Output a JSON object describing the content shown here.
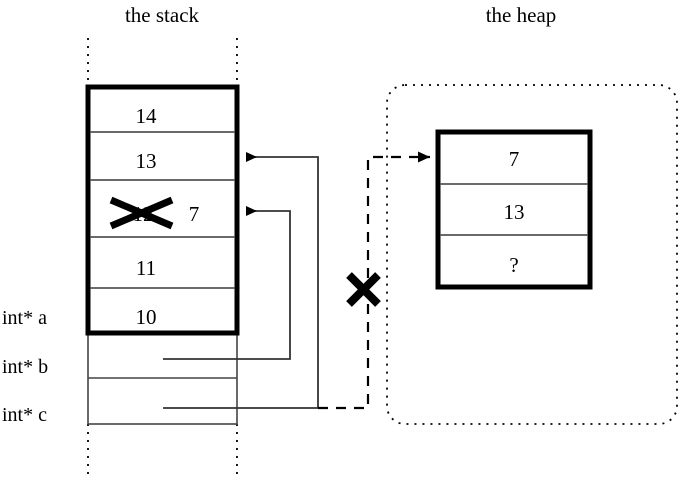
{
  "figure": {
    "kind": "memory-diagram",
    "stack_title": "the stack",
    "heap_title": "the heap"
  },
  "stack": {
    "title": "the stack",
    "cells": [
      {
        "value": "14",
        "struck": false
      },
      {
        "value": "13",
        "struck": false
      },
      {
        "value": "12",
        "struck": true,
        "replacement": "7"
      },
      {
        "value": "11",
        "struck": false
      },
      {
        "value": "10",
        "struck": false
      }
    ],
    "pointer_rows": [
      {
        "label": "int* a",
        "target": "stack-cell-10"
      },
      {
        "label": "int* b",
        "target": "stack-cell-12"
      },
      {
        "label": "int* c",
        "target": "heap-block"
      }
    ],
    "variable_labels": [
      "int* a",
      "int* b",
      "int* c"
    ]
  },
  "heap": {
    "title": "the heap",
    "cells": [
      {
        "value": "7"
      },
      {
        "value": "13"
      },
      {
        "value": "?"
      }
    ]
  },
  "annotations": {
    "strike_through_value": "12",
    "new_value": "7",
    "broken_link_marker": "X",
    "broken_link_meaning": "pointer c no longer reaches the heap block"
  },
  "colors": {
    "ink": "#000000",
    "thin_rule": "#555555",
    "background": "#ffffff"
  }
}
